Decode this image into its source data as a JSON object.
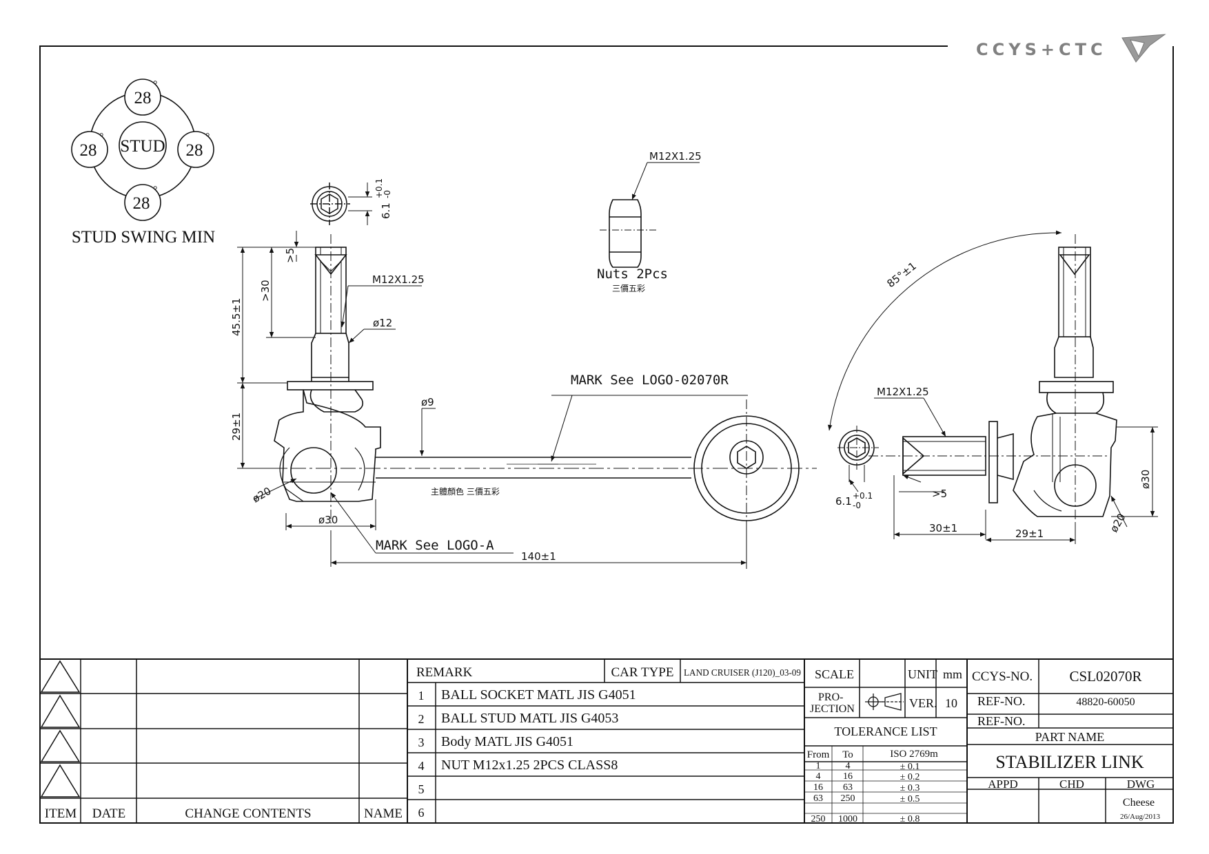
{
  "logo": {
    "text": "CCYS+CTC"
  },
  "swing": {
    "stud_label": "STUD",
    "top": "28",
    "left": "28",
    "right": "28",
    "bottom": "28",
    "degree": "°",
    "caption": "STUD SWING MIN"
  },
  "dims": {
    "hex_depth": "6.1",
    "tol_plus": "+0.1",
    "tol_minus": "-0",
    "gt5": ">5",
    "gt30": ">30",
    "h45": "45.5±1",
    "h29": "29±1",
    "thread": "M12X1.25",
    "d12": "ø12",
    "d9": "ø9",
    "d20": "ø20",
    "d30": "ø30",
    "len140": "140±1",
    "angle85": "85°±1",
    "len30": "30±1"
  },
  "notes": {
    "nuts": "Nuts 2Pcs",
    "nuts_color": "三價五彩",
    "mark_main": "MARK See LOGO-02070R",
    "mark_a": "MARK See LOGO-A",
    "body_color": "主體顏色 三價五彩"
  },
  "revision": {
    "headers": {
      "item": "ITEM",
      "date": "DATE",
      "change": "CHANGE CONTENTS",
      "name": "NAME"
    }
  },
  "remarks": {
    "header": "REMARK",
    "car_type_label": "CAR TYPE",
    "car_type_value": "LAND CRUISER (J120)_03-09",
    "rows": [
      {
        "num": "1",
        "text": "BALL SOCKET MATL JIS G4051"
      },
      {
        "num": "2",
        "text": "BALL STUD MATL JIS G4053"
      },
      {
        "num": "3",
        "text": "Body MATL JIS G4051"
      },
      {
        "num": "4",
        "text": "NUT M12x1.25 2PCS CLASS8"
      },
      {
        "num": "5",
        "text": ""
      },
      {
        "num": "6",
        "text": ""
      }
    ]
  },
  "titleblock": {
    "scale_label": "SCALE",
    "unit_label": "UNIT",
    "unit_value": "mm",
    "projection_label_1": "PRO-",
    "projection_label_2": "JECTION",
    "ver_label": "VER.",
    "ver_value": "10",
    "tolerance_title": "TOLERANCE LIST",
    "tol_headers": {
      "from": "From",
      "to": "To",
      "iso": "ISO 2769m"
    },
    "tol_rows": [
      {
        "from": "1",
        "to": "4",
        "tol": "± 0.1"
      },
      {
        "from": "4",
        "to": "16",
        "tol": "± 0.2"
      },
      {
        "from": "16",
        "to": "63",
        "tol": "± 0.3"
      },
      {
        "from": "63",
        "to": "250",
        "tol": "± 0.5"
      },
      {
        "from": "250",
        "to": "1000",
        "tol": "± 0.8"
      }
    ],
    "ccys_no_label": "CCYS-NO.",
    "ccys_no_value": "CSL02070R",
    "ref_no_label": "REF-NO.",
    "ref_no_value": "48820-60050",
    "ref_no2_label": "REF-NO.",
    "ref_no2_value": "",
    "part_name_label": "PART NAME",
    "part_name_value": "STABILIZER LINK",
    "appd_label": "APPD",
    "chd_label": "CHD",
    "dwg_label": "DWG",
    "dwg_name": "Cheese",
    "dwg_date": "26/Aug/2013"
  }
}
